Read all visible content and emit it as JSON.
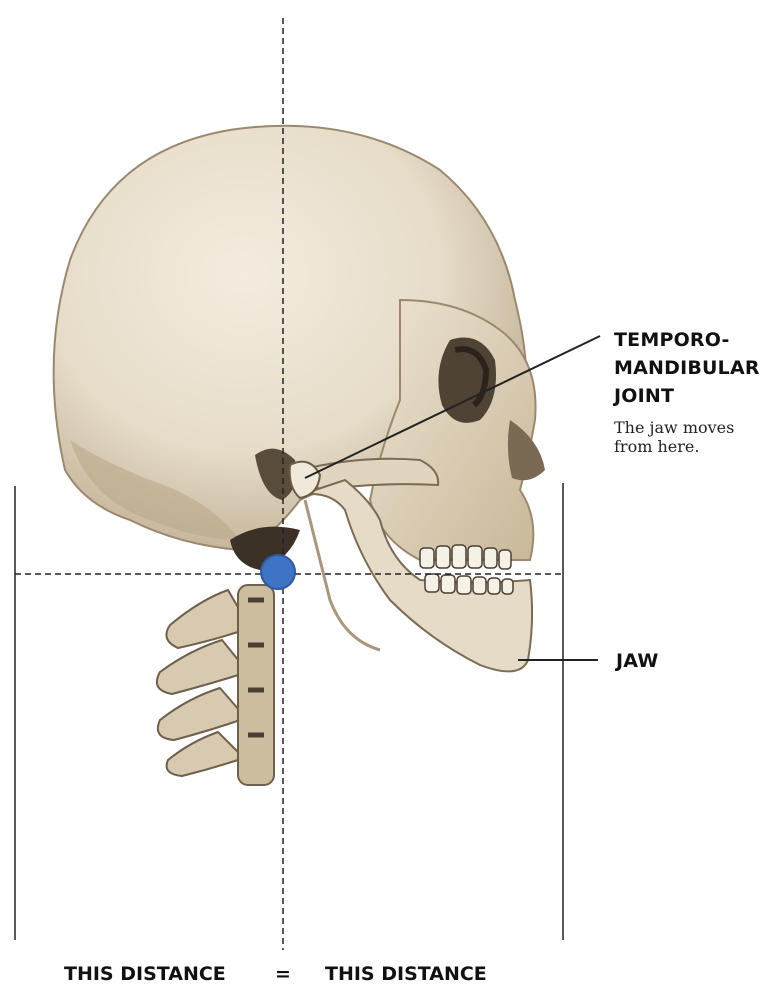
{
  "labels": {
    "tmj_title_line1": "TEMPORO-",
    "tmj_title_line2": "MANDIBULAR",
    "tmj_title_line3": "JOINT",
    "tmj_note_line1": "The jaw moves",
    "tmj_note_line2": "from here.",
    "jaw": "JAW"
  },
  "bottom": {
    "left_text": "THIS DISTANCE",
    "equals": "=",
    "right_text": "THIS DISTANCE"
  },
  "colors": {
    "bone_light": "#eee6d6",
    "bone_mid": "#d9ccb4",
    "bone_shadow": "#8a7a62",
    "bone_dark": "#3f352a",
    "pivot_fill": "#3f74c4",
    "pivot_stroke": "#2d5aa0",
    "line": "#222222"
  },
  "icons": {
    "pivot": "pivot-point-dot",
    "skull": "skull-illustration"
  }
}
